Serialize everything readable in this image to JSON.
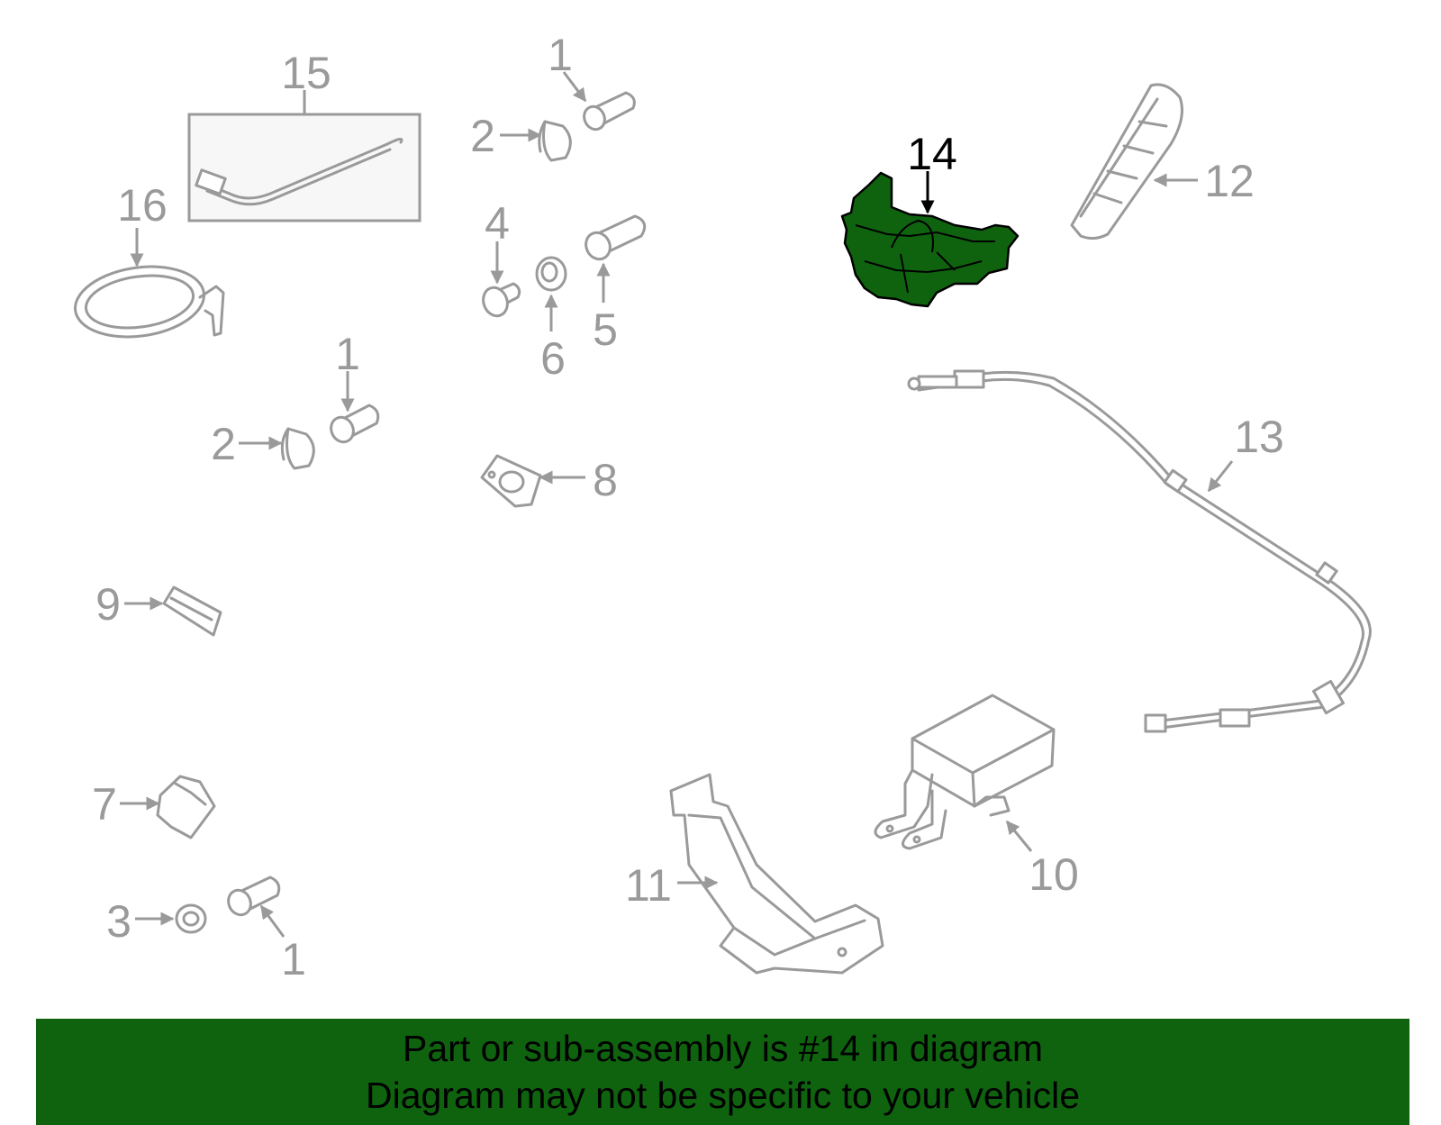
{
  "colors": {
    "part_stroke": "#9a9a9a",
    "highlight_fill": "#0f630f",
    "footer_bg": "#0f630f",
    "footer_text": "#000000"
  },
  "callouts": {
    "c15": "15",
    "c16": "16",
    "c1a": "1",
    "c2a": "2",
    "c4": "4",
    "c6": "6",
    "c5": "5",
    "c1b": "1",
    "c2b": "2",
    "c8": "8",
    "c9": "9",
    "c7": "7",
    "c3": "3",
    "c1c": "1",
    "c14": "14",
    "c12": "12",
    "c13": "13",
    "c10": "10",
    "c11": "11"
  },
  "footer": {
    "line1": "Part or sub-assembly is #14 in diagram",
    "line2": "Diagram may not be specific to your vehicle"
  }
}
